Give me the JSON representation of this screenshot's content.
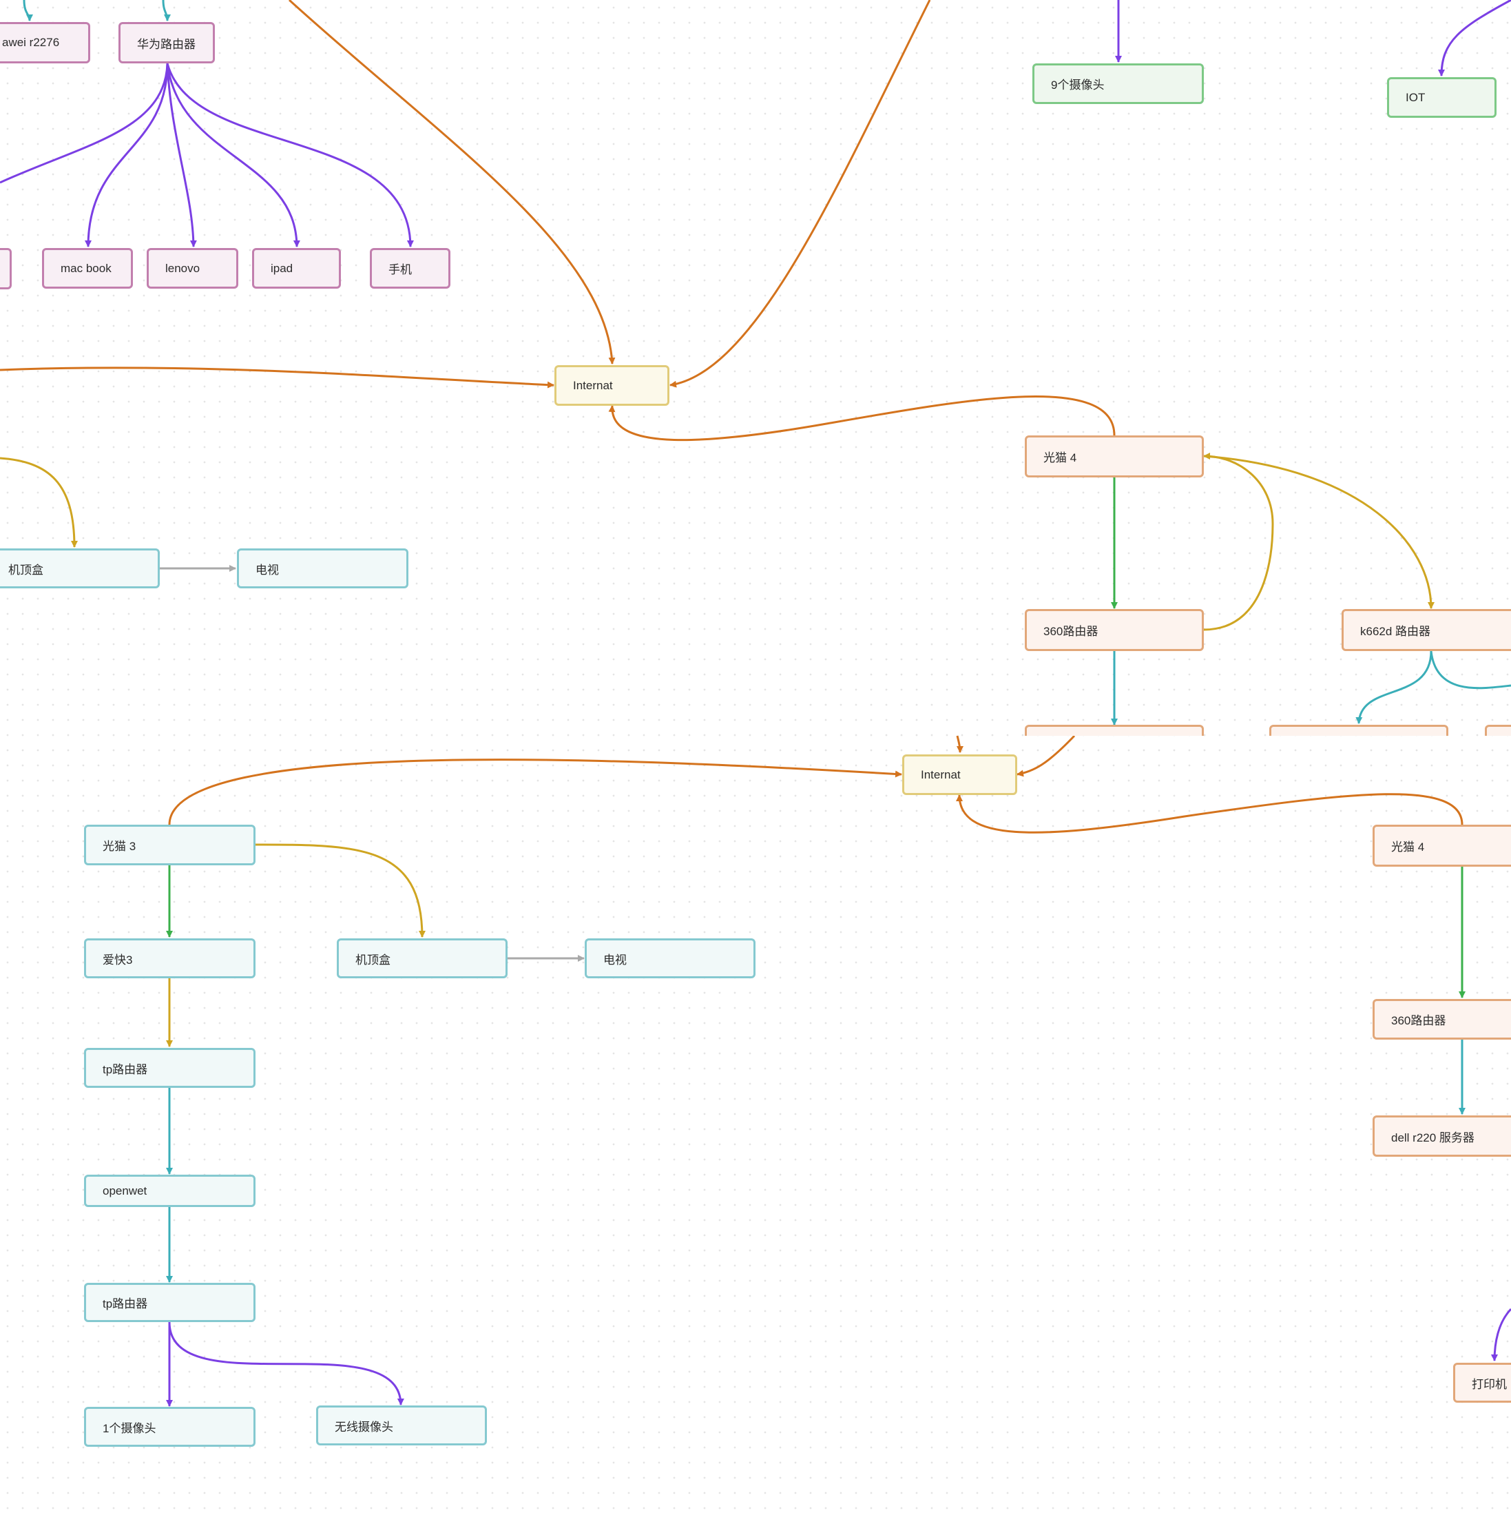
{
  "colors": {
    "purple": "#7b3fe4",
    "teal": "#3aaeb8",
    "orange": "#d4731d",
    "gold": "#cfa521",
    "green": "#3bb04b",
    "gray": "#a9a9a9"
  },
  "nodes": {
    "huawei_r2276": "awei r2276",
    "huawei_router": "华为路由器",
    "cam9": "9个摄像头",
    "iot": "IOT",
    "macbook": "mac book",
    "lenovo": "lenovo",
    "ipad": "ipad",
    "phone": "手机",
    "internat_1": "Internat",
    "gm4_1": "光猫 4",
    "stb_1": "机顶盒",
    "tv_1": "电视",
    "r360_1": "360路由器",
    "k662d": "k662d 路由器",
    "internat_2": "Internat",
    "gm3": "光猫 3",
    "gm4_2": "光猫 4",
    "aikuai3": "爱快3",
    "stb_2": "机顶盒",
    "tv_2": "电视",
    "tp_1": "tp路由器",
    "r360_2": "360路由器",
    "dell": "dell r220 服务器",
    "openwet": "openwet",
    "tp_2": "tp路由器",
    "cam1": "1个摄像头",
    "wcam": "无线摄像头",
    "printer": "打印机"
  }
}
